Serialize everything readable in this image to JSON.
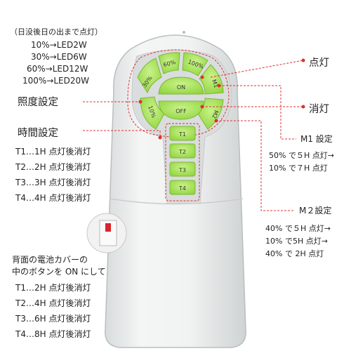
{
  "intro_note": "（日没後日の出まで点灯）",
  "brightness_levels": [
    "10%→LED2W",
    "30%→LED6W",
    "60%→LED12W",
    "100%→LED20W"
  ],
  "labels": {
    "on": "点灯",
    "off": "消灯",
    "brightness": "照度設定",
    "timer": "時間設定",
    "m1": "M1 設定",
    "m2": "M２設定"
  },
  "timer_lines": [
    "T1…1H 点灯後消灯",
    "T2…2H 点灯後消灯",
    "T3…3H 点灯後消灯",
    "T4…4H 点灯後消灯"
  ],
  "m1_lines": [
    "50% で５H 点灯→",
    "10% で７H 点灯"
  ],
  "m2_lines": [
    "40% で５H 点灯→",
    "10% で5H 点灯→",
    "40% で 2H 点灯"
  ],
  "back_note": [
    "背面の電池カバーの",
    "中のボタンを ON にして"
  ],
  "back_timer_lines": [
    "T1…2H 点灯後消灯",
    "T2…4H 点灯後消灯",
    "T3…6H 点灯後消灯",
    "T4…8H 点灯後消灯"
  ],
  "remote": {
    "btn_30": "30%",
    "btn_60": "60%",
    "btn_100": "100%",
    "btn_10": "10%",
    "btn_on": "ON",
    "btn_off": "OFF",
    "btn_m1": "M1",
    "btn_m2": "M2",
    "btn_t1": "T1",
    "btn_t2": "T2",
    "btn_t3": "T3",
    "btn_t4": "T4"
  },
  "colors": {
    "button_green": "#a6e35a",
    "dashed_red": "#e03030",
    "remote_body": "#eceeee"
  }
}
